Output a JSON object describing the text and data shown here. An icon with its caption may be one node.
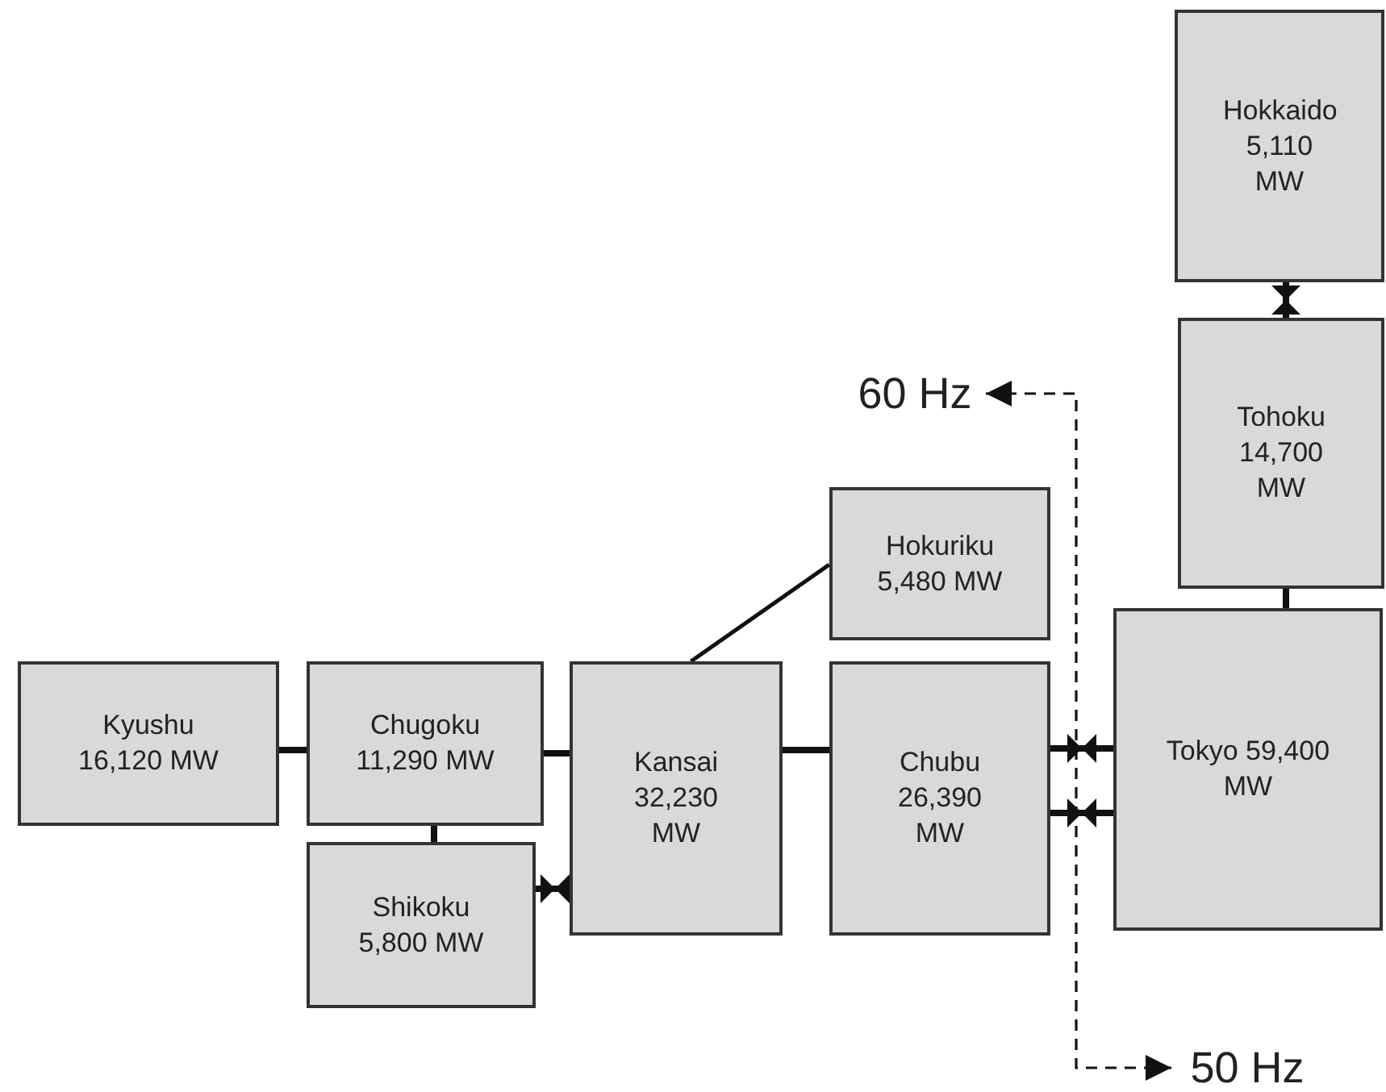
{
  "diagram": {
    "nodes": [
      {
        "text": [
          "Hokkaido 5,110 MW"
        ]
      },
      {
        "text": [
          "Tohoku 14,700 MW"
        ]
      },
      {
        "text": [
          "60 Hz"
        ]
      },
      {
        "text": [
          "Hokuriku 5,480 MW"
        ]
      },
      {
        "text": [
          "Kyushu 16,120 MW"
        ]
      },
      {
        "text": [
          "Chugoku 11,290 MW"
        ]
      },
      {
        "text": [
          "Kansai 32,230 MW"
        ]
      },
      {
        "text": [
          "Chubu 26,390 MW"
        ]
      },
      {
        "text": [
          "Tokyo 59,400 MW"
        ]
      },
      {
        "text": [
          "Shikoku 5,800 MW"
        ]
      },
      {
        "text": [
          "50 Hz"
        ]
      }
    ],
    "edges": [
      {
        "from": 0,
        "to": 1,
        "arrow": "other"
      },
      {
        "from": 1,
        "to": 8,
        "arrow": "none"
      },
      {
        "from": 6,
        "to": 3,
        "arrow": "none"
      },
      {
        "from": 4,
        "to": 5,
        "arrow": "none"
      },
      {
        "from": 5,
        "to": 6,
        "arrow": "none"
      },
      {
        "from": 5,
        "to": 9,
        "arrow": "none"
      },
      {
        "from": 9,
        "to": 6,
        "arrow": "other"
      },
      {
        "from": 6,
        "to": 7,
        "arrow": "none"
      },
      {
        "from": 7,
        "to": 8,
        "arrow": "none"
      },
      {
        "from": 7,
        "to": 8,
        "arrow": "none"
      },
      {
        "from": 2,
        "to": 10,
        "arrow": "both",
        "style": "dashed"
      }
    ]
  }
}
